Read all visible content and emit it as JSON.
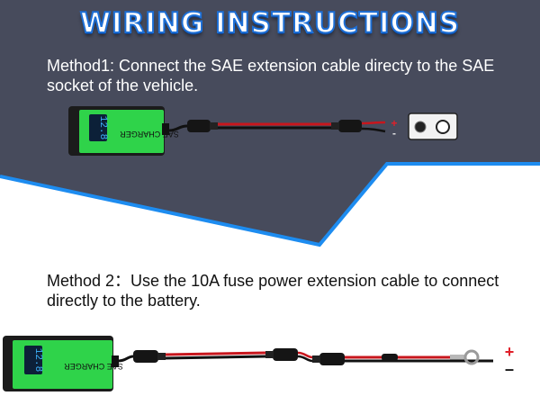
{
  "title": "WIRING INSTRUCTIONS",
  "method1": {
    "text": "Method1: Connect the SAE extension cable directy to the SAE socket of the vehicle.",
    "positive_symbol": "+",
    "negative_symbol": "-"
  },
  "method2": {
    "text": "Method 2：Use the 10A fuse power extension cable to connect directly to the battery.",
    "positive_symbol": "+",
    "negative_symbol": "–"
  },
  "device": {
    "label": "SAE CHARGER",
    "voltage": "12.8"
  },
  "colors": {
    "dark_bg": "#474b5c",
    "accent_blue": "#1d8cf0",
    "device_green": "#2fd34a",
    "positive_red": "#e0202a"
  }
}
